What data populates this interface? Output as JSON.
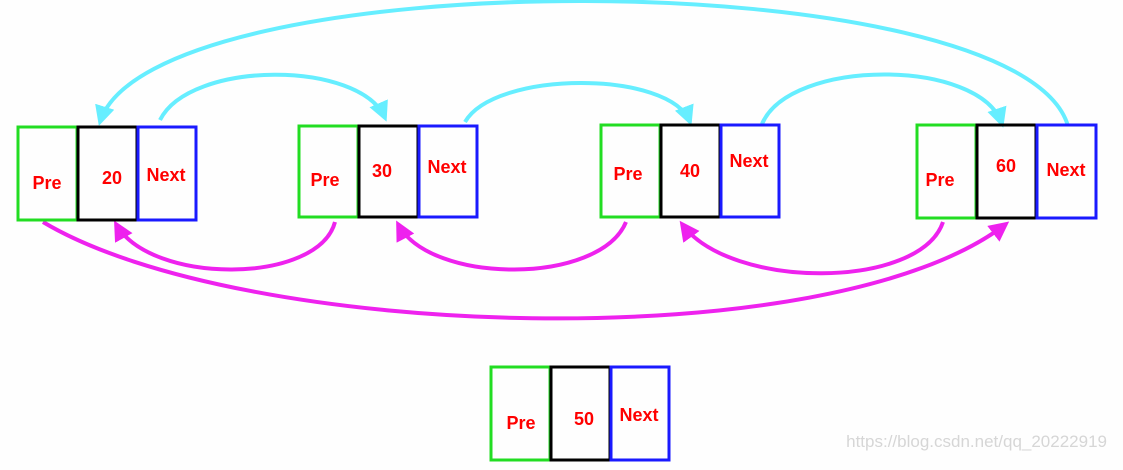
{
  "colors": {
    "background": "#fefefe",
    "pre_border": "#22dd22",
    "value_border": "#000000",
    "next_border": "#1a1aff",
    "text": "#ff0000",
    "next_link_arrow": "#66eeff",
    "pre_link_arrow": "#ee22ee",
    "watermark": "#d6d6d6"
  },
  "list_nodes": [
    {
      "pre_label": "Pre",
      "value": "20",
      "next_label": "Next"
    },
    {
      "pre_label": "Pre",
      "value": "30",
      "next_label": "Next"
    },
    {
      "pre_label": "Pre",
      "value": "40",
      "next_label": "Next"
    },
    {
      "pre_label": "Pre",
      "value": "60",
      "next_label": "Next"
    }
  ],
  "insert_node": {
    "pre_label": "Pre",
    "value": "50",
    "next_label": "Next"
  },
  "watermark": "https://blog.csdn.net/qq_20222919"
}
